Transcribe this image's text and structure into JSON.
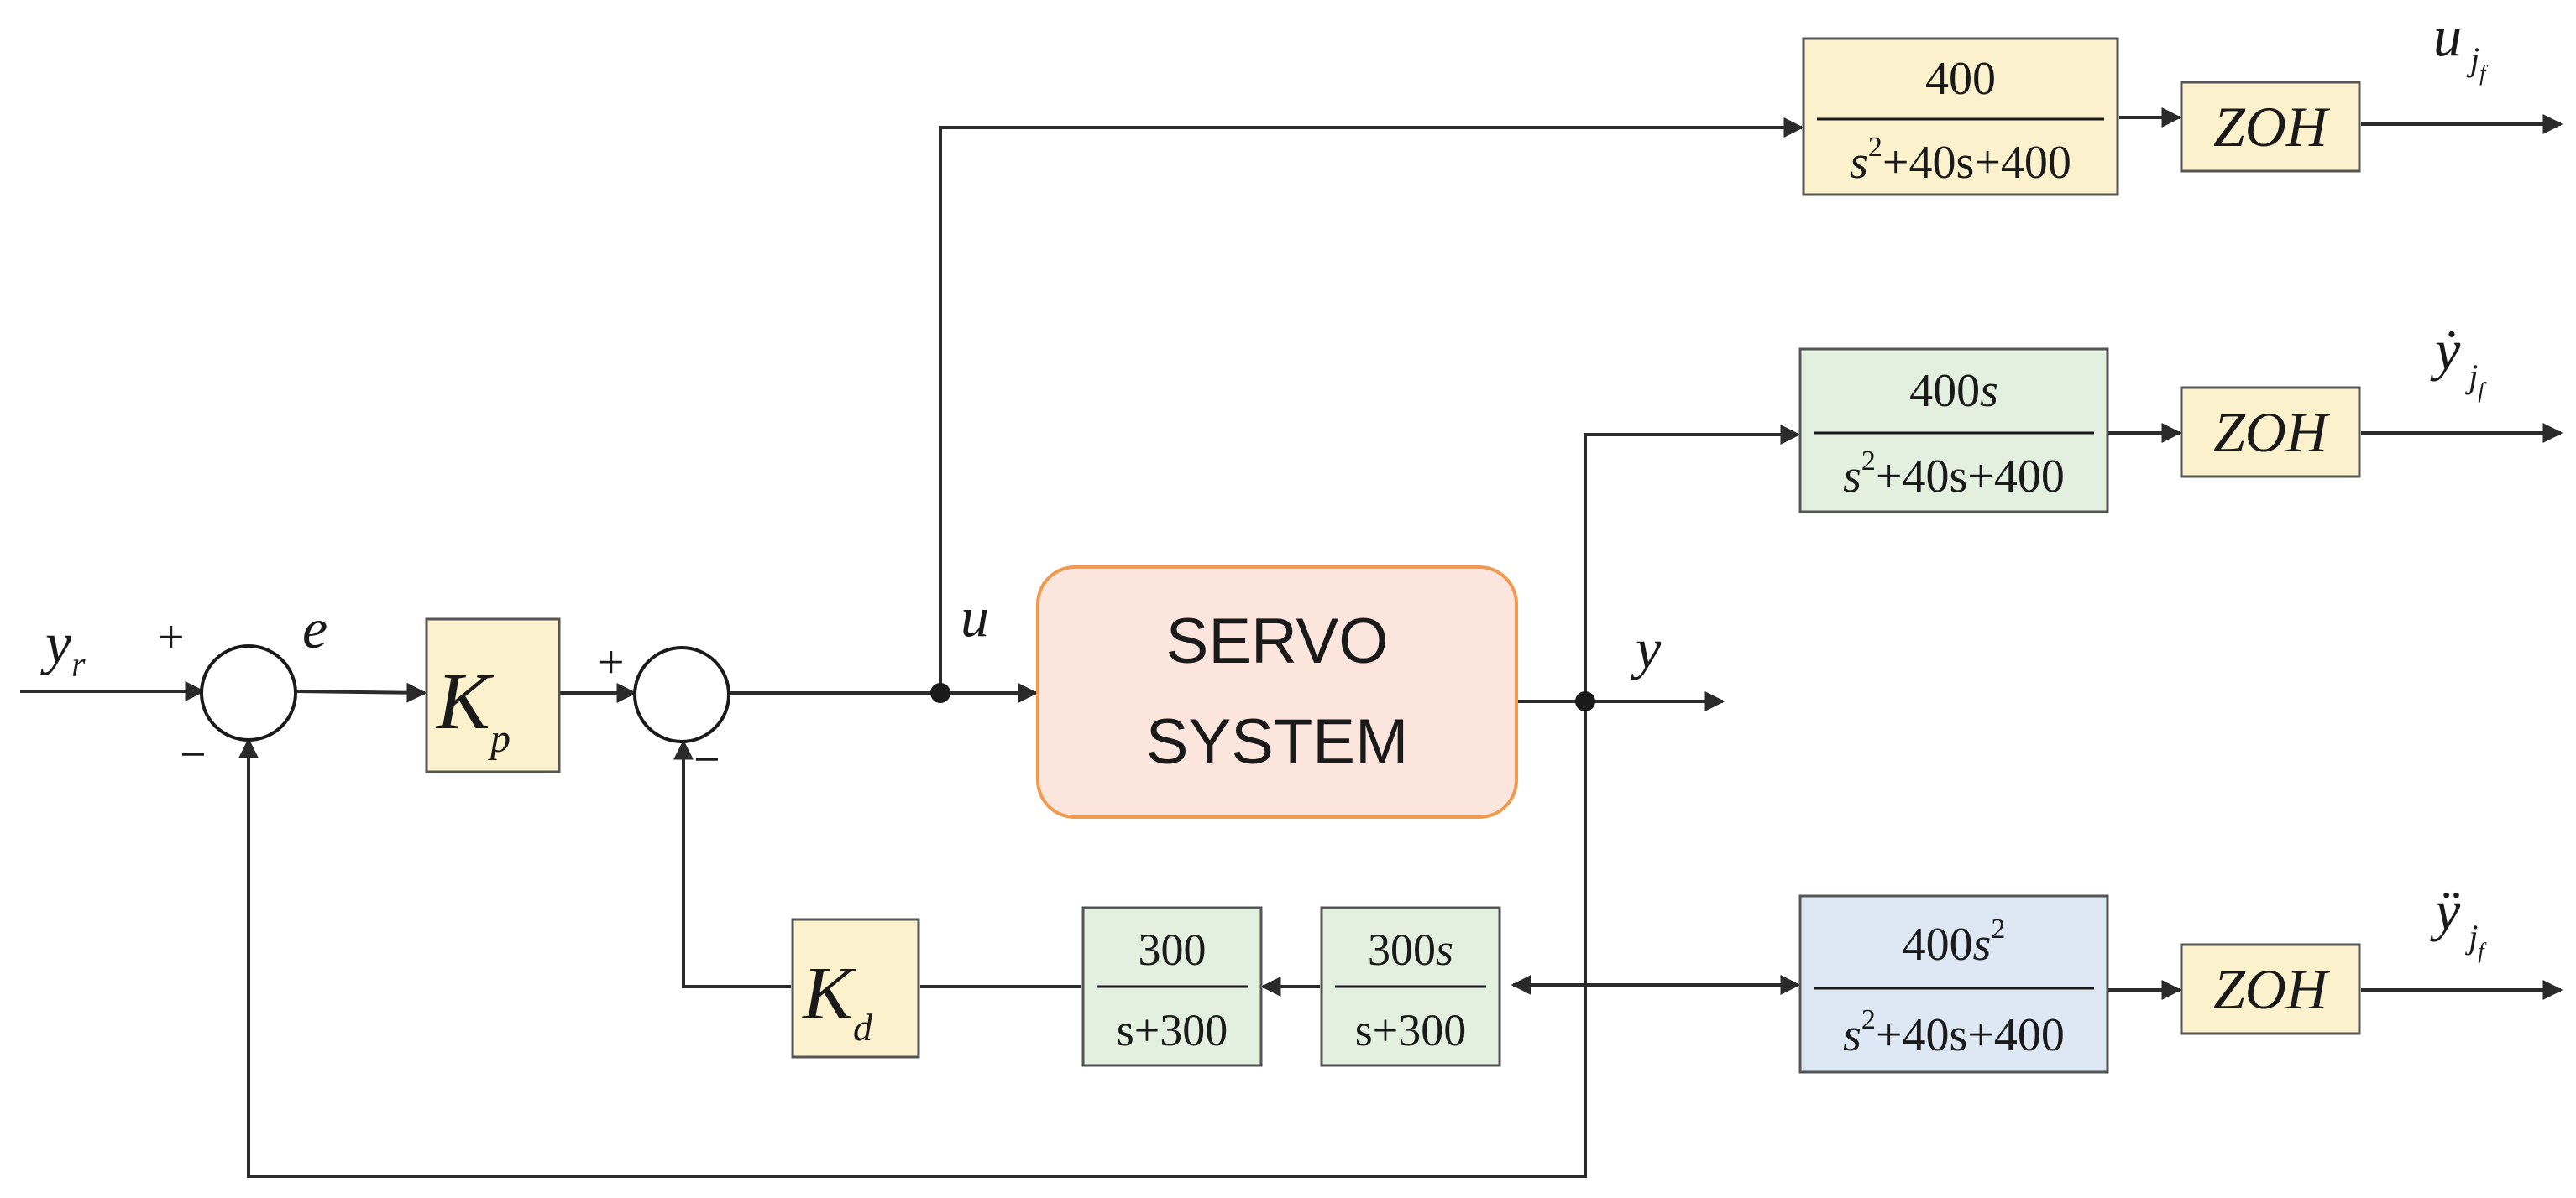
{
  "colors": {
    "yellow_block": "#fbf2cd",
    "green_block": "#e3f0df",
    "blue_block": "#dde8f4",
    "servo_fill": "#fbe5dc",
    "servo_border": "#ef9a4e",
    "block_border": "#555555",
    "wire": "#2a2a2a"
  },
  "signals": {
    "input_var": "y",
    "input_sub": "r",
    "error": "e",
    "control": "u",
    "output": "y"
  },
  "sums": {
    "plus": "+",
    "minus": "−"
  },
  "gains": {
    "kp_var": "K",
    "kp_sub": "p",
    "kd_var": "K",
    "kd_sub": "d"
  },
  "servo": {
    "line1": "SERVO",
    "line2": "SYSTEM"
  },
  "filters": {
    "f1_num": "300",
    "f1_den": "s+300",
    "f2_num": "300",
    "f2_num_var": "s",
    "f2_den": "s+300"
  },
  "tf_common_den": {
    "s": "s",
    "exp": "2",
    "rest": "+40s+400"
  },
  "transfer_functions": {
    "u_num": "400",
    "yd_num": "400",
    "yd_num_var": "s",
    "ydd_num": "400",
    "ydd_num_var": "s",
    "ydd_num_exp": "2"
  },
  "zoh": {
    "label": "ZOH"
  },
  "outputs": {
    "u_var": "u",
    "yd_var": "ẏ",
    "ydd_var": "ÿ",
    "sub_j": "j",
    "sub_f": "f"
  }
}
